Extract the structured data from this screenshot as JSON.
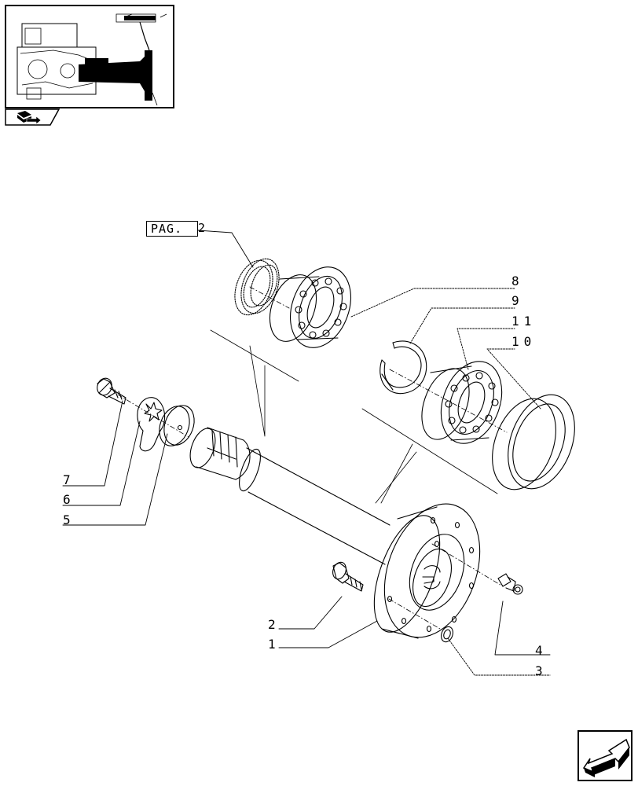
{
  "page_ref": {
    "prefix": "PAG.",
    "number": "2"
  },
  "callouts": [
    {
      "id": "8",
      "text": "8"
    },
    {
      "id": "9",
      "text": "9"
    },
    {
      "id": "11",
      "text": "11"
    },
    {
      "id": "10",
      "text": "10"
    },
    {
      "id": "7",
      "text": "7"
    },
    {
      "id": "6",
      "text": "6"
    },
    {
      "id": "5",
      "text": "5"
    },
    {
      "id": "2",
      "text": "2"
    },
    {
      "id": "1",
      "text": "1"
    },
    {
      "id": "4",
      "text": "4"
    },
    {
      "id": "3",
      "text": "3"
    }
  ],
  "icons": {
    "nav_tab": "book-arrow-icon",
    "next_page": "arrow-left-down-icon"
  }
}
